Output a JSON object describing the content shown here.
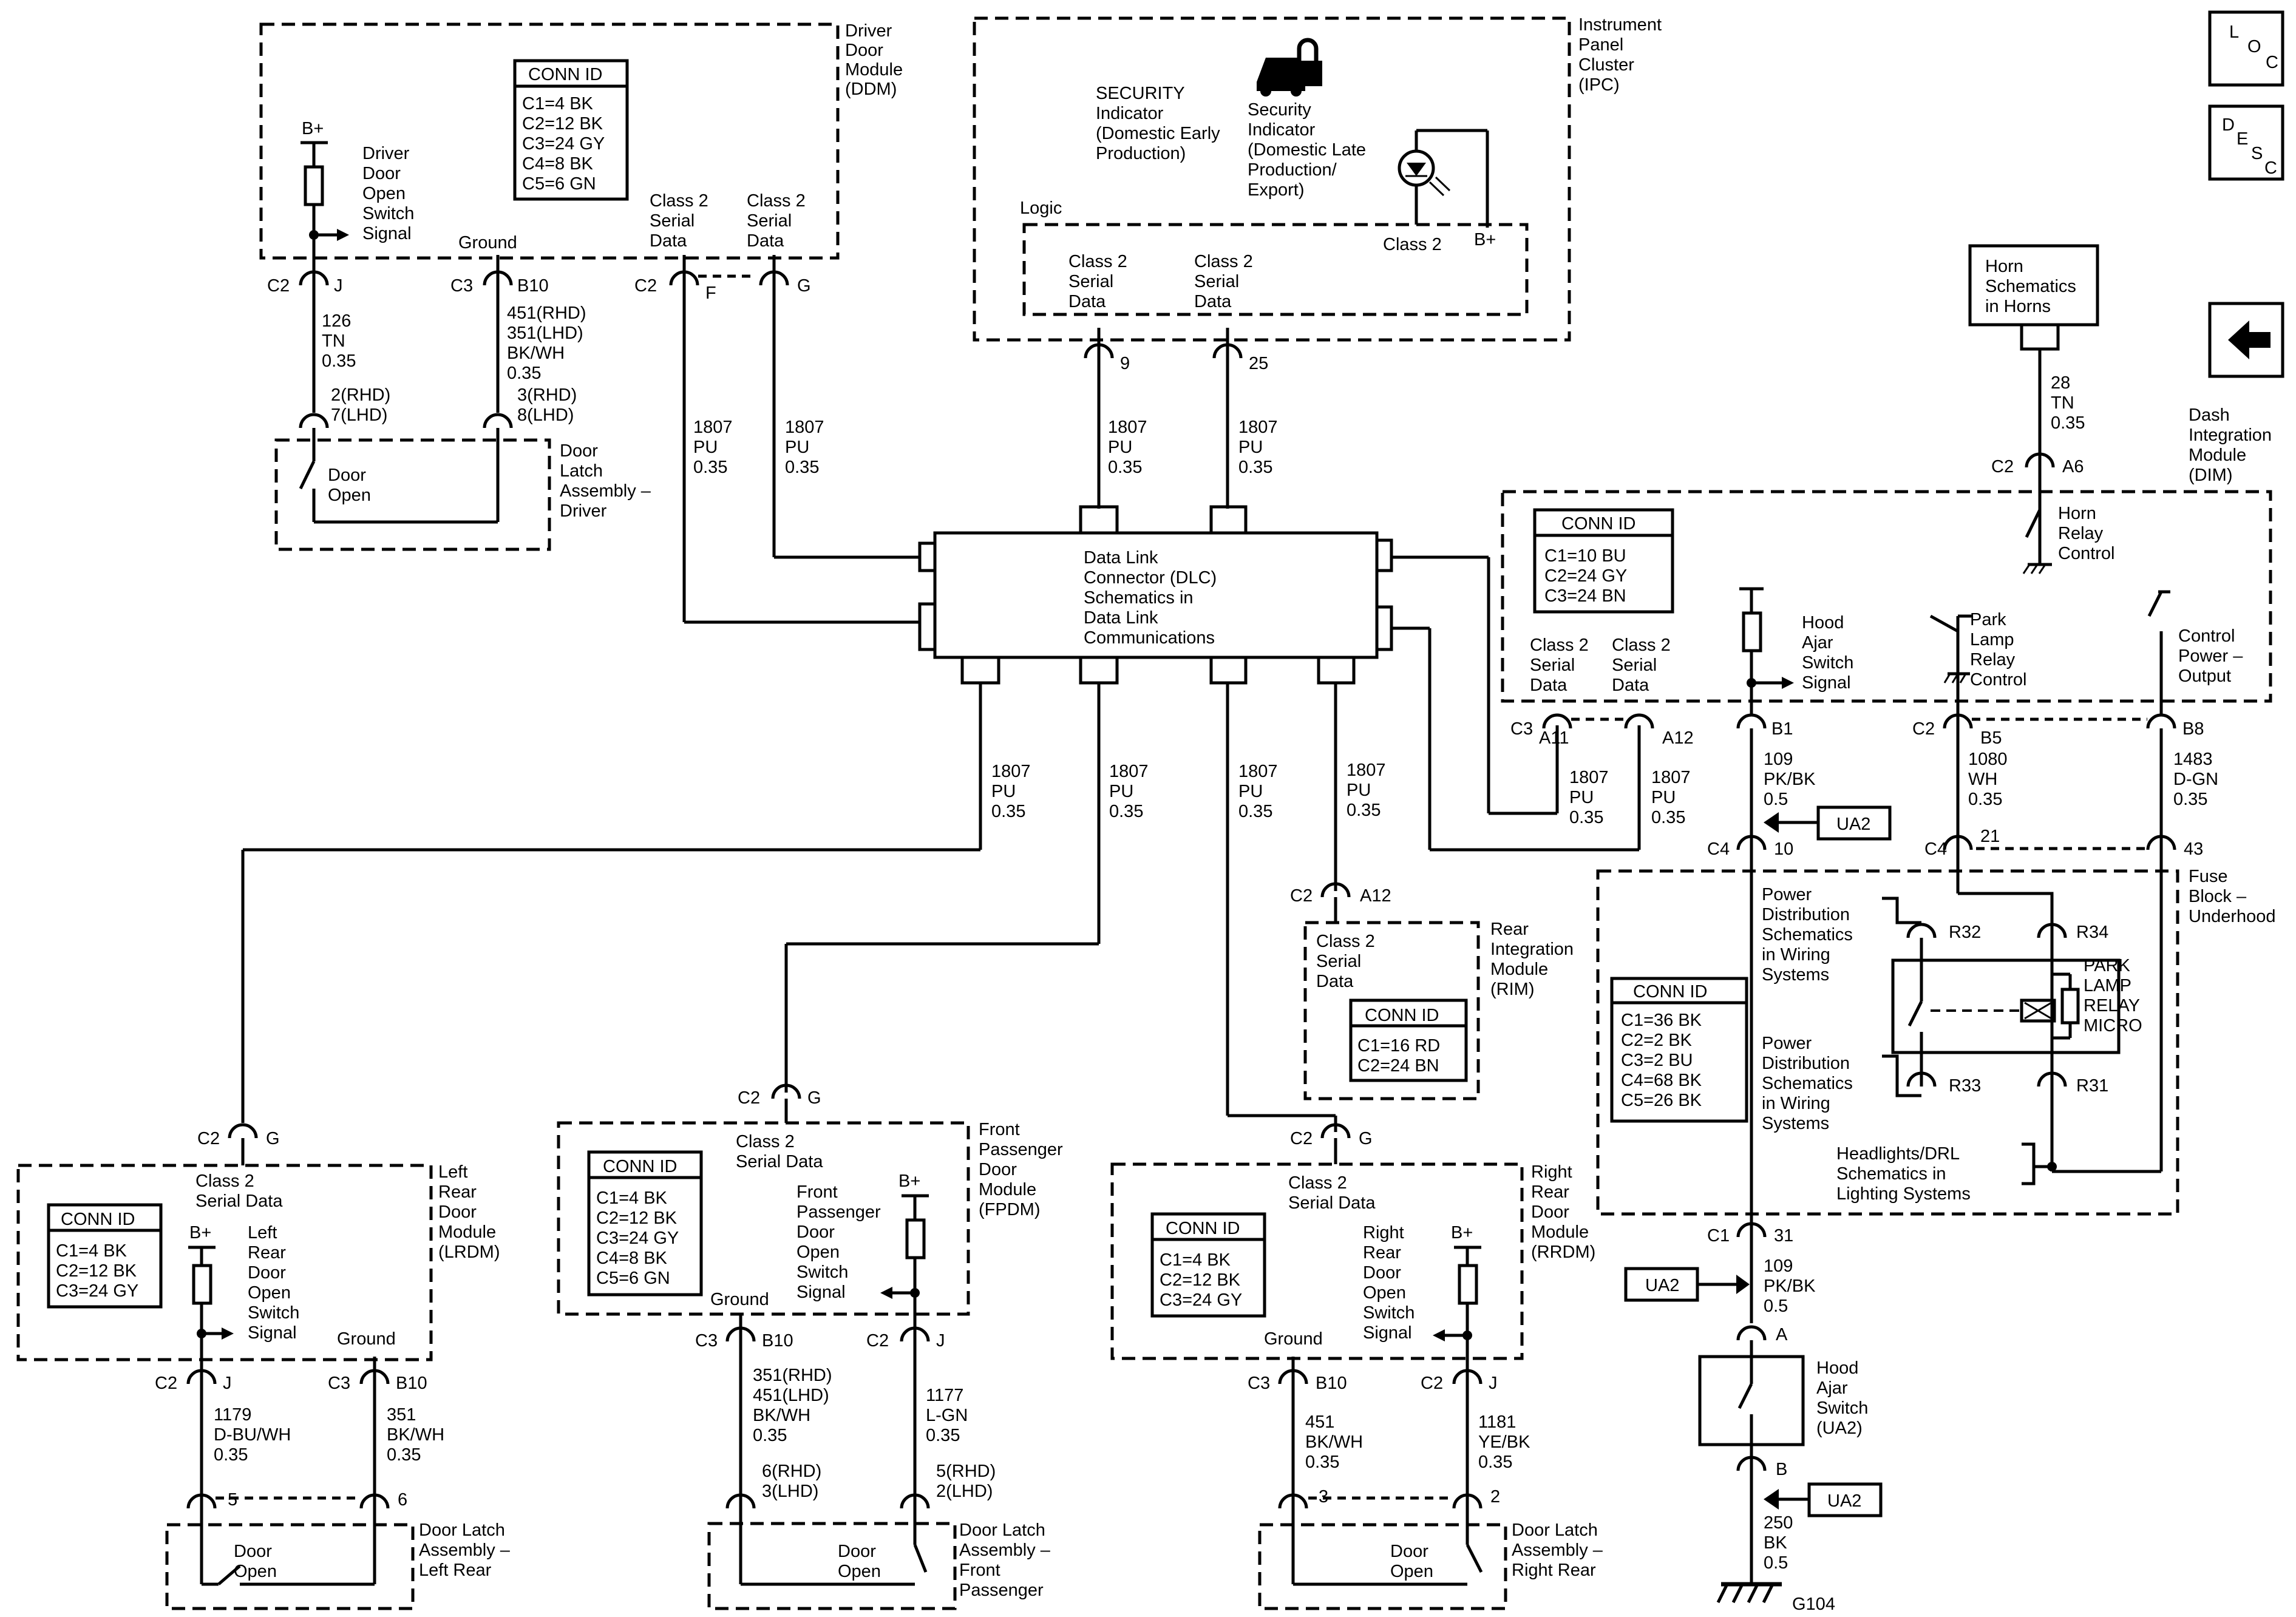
{
  "ddm": {
    "title": [
      "Driver",
      "Door",
      "Module",
      "(DDM)"
    ],
    "conn": [
      "CONN ID",
      "C1=4 BK",
      "C2=12 BK",
      "C3=24 GY",
      "C4=8 BK",
      "C5=6 GN"
    ],
    "bplus": "B+",
    "switch_signal": [
      "Driver",
      "Door",
      "Open",
      "Switch",
      "Signal"
    ],
    "ground": "Ground",
    "serial1": [
      "Class 2",
      "Serial",
      "Data"
    ],
    "serial2": [
      "Class 2",
      "Serial",
      "Data"
    ],
    "c2": "C2",
    "j": "J",
    "c3": "C3",
    "b10": "B10",
    "c2b": "C2",
    "f": "F",
    "g": "G",
    "wire126": [
      "126",
      "TN",
      "0.35"
    ],
    "wire451": [
      "451(RHD)",
      "351(LHD)",
      "BK/WH",
      "0.35"
    ],
    "pin1": [
      "2(RHD)",
      "7(LHD)"
    ],
    "pin2": [
      "3(RHD)",
      "8(LHD)"
    ],
    "latch": [
      "Door",
      "Latch",
      "Assembly –",
      "Driver"
    ],
    "door_open": [
      "Door",
      "Open"
    ],
    "wire1807a": [
      "1807",
      "PU",
      "0.35"
    ],
    "wire1807b": [
      "1807",
      "PU",
      "0.35"
    ]
  },
  "ipc": {
    "title": [
      "Instrument",
      "Panel",
      "Cluster",
      "(IPC)"
    ],
    "security1": [
      "SECURITY",
      "Indicator",
      "(Domestic Early",
      "Production)"
    ],
    "security2": [
      "Security",
      "Indicator",
      "(Domestic Late",
      "Production/",
      "Export)"
    ],
    "logic": "Logic",
    "class2": "Class 2",
    "bplus": "B+",
    "serial1": [
      "Class 2",
      "Serial",
      "Data"
    ],
    "serial2": [
      "Class 2",
      "Serial",
      "Data"
    ],
    "pin9": "9",
    "pin25": "25",
    "wire1": [
      "1807",
      "PU",
      "0.35"
    ],
    "wire2": [
      "1807",
      "PU",
      "0.35"
    ]
  },
  "dlc": {
    "text": [
      "Data Link",
      "Connector (DLC)",
      "Schematics in",
      "Data Link",
      "Communications"
    ],
    "wires": [
      [
        "1807",
        "PU",
        "0.35"
      ],
      [
        "1807",
        "PU",
        "0.35"
      ],
      [
        "1807",
        "PU",
        "0.35"
      ],
      [
        "1807",
        "PU",
        "0.35"
      ]
    ]
  },
  "loc": {
    "label": [
      "L",
      "O",
      "C"
    ]
  },
  "desc": {
    "label": [
      "D",
      "E",
      "S",
      "C"
    ]
  },
  "horn": {
    "text": [
      "Horn",
      "Schematics",
      "in Horns"
    ],
    "wire": [
      "28",
      "TN",
      "0.35"
    ],
    "c2": "C2",
    "a6": "A6",
    "relay": [
      "Horn",
      "Relay",
      "Control"
    ]
  },
  "dim": {
    "title": [
      "Dash",
      "Integration",
      "Module",
      "(DIM)"
    ],
    "conn": [
      "CONN ID",
      "C1=10 BU",
      "C2=24 GY",
      "C3=24 BN"
    ],
    "serial1": [
      "Class 2",
      "Serial",
      "Data"
    ],
    "serial2": [
      "Class 2",
      "Serial",
      "Data"
    ],
    "hood": [
      "Hood",
      "Ajar",
      "Switch",
      "Signal"
    ],
    "park": [
      "Park",
      "Lamp",
      "Relay",
      "Control"
    ],
    "ctrl": [
      "Control",
      "Power –",
      "Output"
    ],
    "c3": "C3",
    "a11": "A11",
    "a12": "A12",
    "b1": "B1",
    "c2": "C2",
    "b5": "B5",
    "b8": "B8",
    "w1807a": [
      "1807",
      "PU",
      "0.35"
    ],
    "w1807b": [
      "1807",
      "PU",
      "0.35"
    ],
    "w109": [
      "109",
      "PK/BK",
      "0.5"
    ],
    "w1080": [
      "1080",
      "WH",
      "0.35"
    ],
    "w1483": [
      "1483",
      "D-GN",
      "0.35"
    ]
  },
  "ua2": "UA2",
  "fuse": {
    "title": [
      "Fuse",
      "Block –",
      "Underhood"
    ],
    "c4a": "C4",
    "p10": "10",
    "c4b": "C4",
    "p21": "21",
    "p43": "43",
    "conn": [
      "CONN ID",
      "C1=36 BK",
      "C2=2 BK",
      "C3=2 BU",
      "C4=68 BK",
      "C5=26 BK"
    ],
    "pd1": [
      "Power",
      "Distribution",
      "Schematics",
      "in Wiring",
      "Systems"
    ],
    "pd2": [
      "Power",
      "Distribution",
      "Schematics",
      "in Wiring",
      "Systems"
    ],
    "r32": "R32",
    "r34": "R34",
    "r33": "R33",
    "r31": "R31",
    "relay": [
      "PARK",
      "LAMP",
      "RELAY",
      "MICRO"
    ],
    "headlights": [
      "Headlights/DRL",
      "Schematics in",
      "Lighting Systems"
    ],
    "c1": "C1",
    "p31": "31",
    "w109": [
      "109",
      "PK/BK",
      "0.5"
    ]
  },
  "hood_switch": {
    "a": "A",
    "b": "B",
    "label": [
      "Hood",
      "Ajar",
      "Switch",
      "(UA2)"
    ],
    "w250": [
      "250",
      "BK",
      "0.5"
    ],
    "g104": "G104"
  },
  "rim": {
    "c2": "C2",
    "a12": "A12",
    "title": [
      "Rear",
      "Integration",
      "Module",
      "(RIM)"
    ],
    "serial": [
      "Class 2",
      "Serial",
      "Data"
    ],
    "conn": [
      "CONN ID",
      "C1=16 RD",
      "C2=24 BN"
    ]
  },
  "lrdm": {
    "c2": "C2",
    "g": "G",
    "title": [
      "Left",
      "Rear",
      "Door",
      "Module",
      "(LRDM)"
    ],
    "serial": [
      "Class 2",
      "Serial Data"
    ],
    "conn": [
      "CONN ID",
      "C1=4 BK",
      "C2=12 BK",
      "C3=24 GY"
    ],
    "bplus": "B+",
    "switch": [
      "Left",
      "Rear",
      "Door",
      "Open",
      "Switch",
      "Signal"
    ],
    "ground": "Ground",
    "c2b": "C2",
    "j": "J",
    "c3": "C3",
    "b10": "B10",
    "w1179": [
      "1179",
      "D-BU/WH",
      "0.35"
    ],
    "w351": [
      "351",
      "BK/WH",
      "0.35"
    ],
    "p5": "5",
    "p6": "6",
    "latch": [
      "Door Latch",
      "Assembly –",
      "Left Rear"
    ],
    "door_open": [
      "Door",
      "Open"
    ]
  },
  "fpdm": {
    "c2": "C2",
    "g": "G",
    "title": [
      "Front",
      "Passenger",
      "Door",
      "Module",
      "(FPDM)"
    ],
    "serial": [
      "Class 2",
      "Serial Data"
    ],
    "conn": [
      "CONN ID",
      "C1=4 BK",
      "C2=12 BK",
      "C3=24 GY",
      "C4=8 BK",
      "C5=6 GN"
    ],
    "bplus": "B+",
    "switch": [
      "Front",
      "Passenger",
      "Door",
      "Open",
      "Switch",
      "Signal"
    ],
    "ground": "Ground",
    "c3": "C3",
    "b10": "B10",
    "c2b": "C2",
    "j": "J",
    "w351": [
      "351(RHD)",
      "451(LHD)",
      "BK/WH",
      "0.35"
    ],
    "w1177": [
      "1177",
      "L-GN",
      "0.35"
    ],
    "p1": [
      "6(RHD)",
      "3(LHD)"
    ],
    "p2": [
      "5(RHD)",
      "2(LHD)"
    ],
    "latch": [
      "Door Latch",
      "Assembly –",
      "Front",
      "Passenger"
    ],
    "door_open": [
      "Door",
      "Open"
    ]
  },
  "rrdm": {
    "c2": "C2",
    "g": "G",
    "title": [
      "Right",
      "Rear",
      "Door",
      "Module",
      "(RRDM)"
    ],
    "serial": [
      "Class 2",
      "Serial Data"
    ],
    "conn": [
      "CONN ID",
      "C1=4 BK",
      "C2=12 BK",
      "C3=24 GY"
    ],
    "bplus": "B+",
    "switch": [
      "Right",
      "Rear",
      "Door",
      "Open",
      "Switch",
      "Signal"
    ],
    "ground": "Ground",
    "c3": "C3",
    "b10": "B10",
    "c2b": "C2",
    "j": "J",
    "w451": [
      "451",
      "BK/WH",
      "0.35"
    ],
    "w1181": [
      "1181",
      "YE/BK",
      "0.35"
    ],
    "p3": "3",
    "p2": "2",
    "latch": [
      "Door Latch",
      "Assembly –",
      "Right Rear"
    ],
    "door_open": [
      "Door",
      "Open"
    ]
  }
}
